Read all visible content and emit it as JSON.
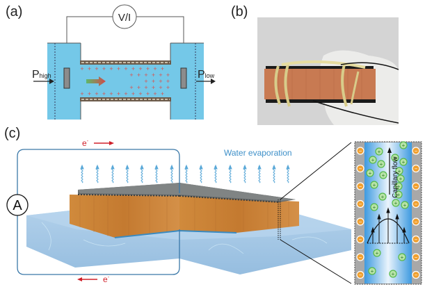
{
  "panels": {
    "a": {
      "label": "(a)",
      "meter": "V/I",
      "p_high": "P",
      "p_high_sub": "high",
      "p_low": "P",
      "p_low_sub": "low",
      "colors": {
        "water": "#74c8e8",
        "charge": "#d9534f",
        "electrode": "#8c8c8c"
      }
    },
    "b": {
      "label": "(b)",
      "photo_alt": "Wood block wrapped with rubber bands and wires held by gloved hand"
    },
    "c": {
      "label": "(c)",
      "ammeter": "A",
      "electron_top": "e",
      "electron_bottom": "e",
      "electron_sup": "-",
      "evaporation": "Water evaporation",
      "capillary_flow": "Capillary flow",
      "plus": "+",
      "minus": "−",
      "colors": {
        "circuit": "#3a78a8",
        "electron": "#d0202a",
        "evap": "#5aa8d8",
        "wood": "#c8863a",
        "cation": "#55b848",
        "anion": "#f0a030"
      }
    }
  }
}
